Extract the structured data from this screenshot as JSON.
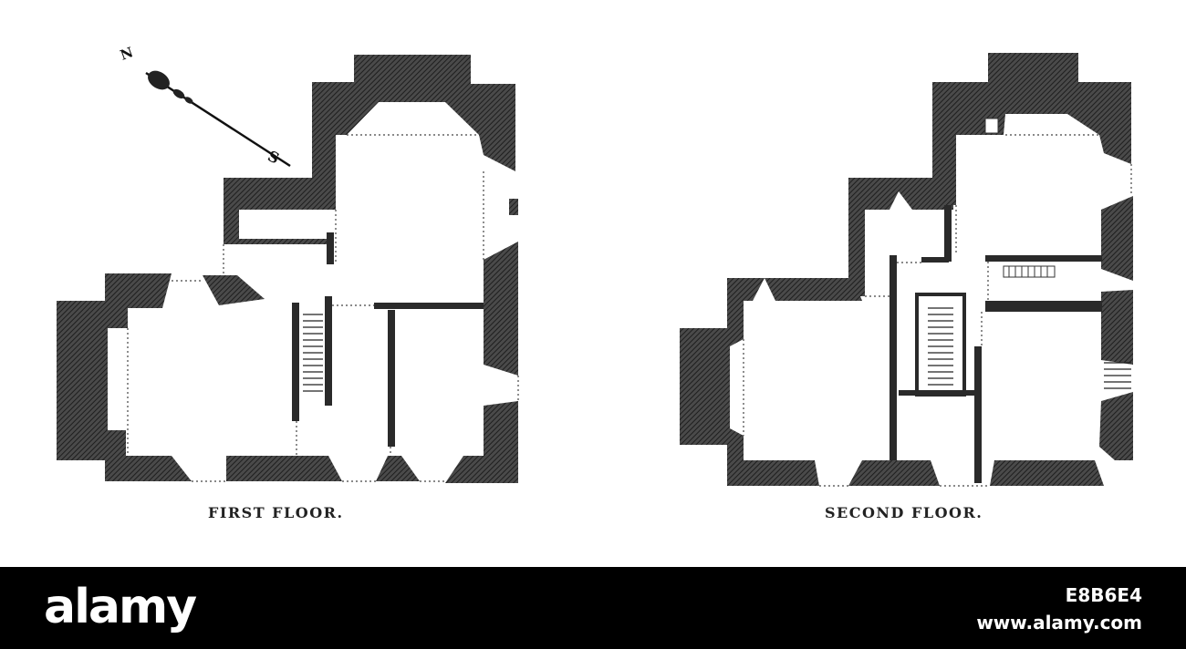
{
  "captions": {
    "first_floor": "FIRST FLOOR.",
    "second_floor": "SECOND FLOOR."
  },
  "compass": {
    "north": "N",
    "south": "S"
  },
  "footer": {
    "brand": "alamy",
    "image_code": "E8B6E4",
    "url": "www.alamy.com"
  },
  "colors": {
    "wall": "#3d3d3d",
    "paper": "#ffffff",
    "footer_bg": "#000000",
    "footer_text": "#ffffff"
  },
  "icons": [
    "compass-needle-icon"
  ]
}
